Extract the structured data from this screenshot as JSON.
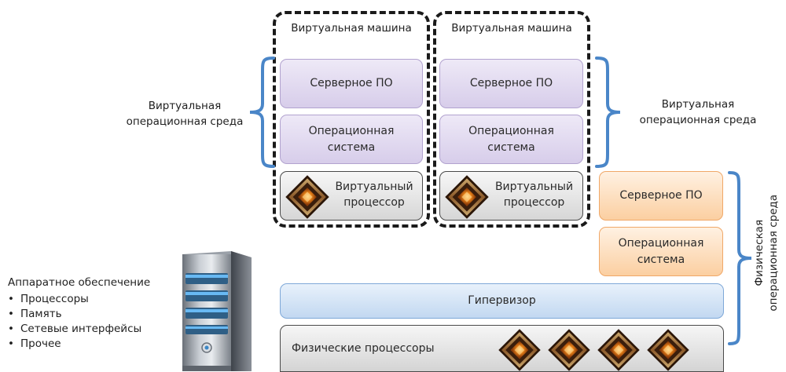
{
  "vms": [
    {
      "title": "Виртуальная машина",
      "server_sw": "Серверное ПО",
      "os_line1": "Операционная",
      "os_line2": "система",
      "vcpu_line1": "Виртуальный",
      "vcpu_line2": "процессор"
    },
    {
      "title": "Виртуальная машина",
      "server_sw": "Серверное ПО",
      "os_line1": "Операционная",
      "os_line2": "система",
      "vcpu_line1": "Виртуальный",
      "vcpu_line2": "процессор"
    }
  ],
  "virtual_env_left": {
    "line1": "Виртуальная",
    "line2": "операционная среда"
  },
  "virtual_env_right": {
    "line1": "Виртуальная",
    "line2": "операционная среда"
  },
  "physical": {
    "server_sw": "Серверное ПО",
    "os_line1": "Операционная",
    "os_line2": "система",
    "env_line1": "Физическая",
    "env_line2": "операционная среда"
  },
  "hypervisor": "Гипервизор",
  "physical_cpus": {
    "label": "Физические процессоры",
    "count_icons": 4
  },
  "hardware": {
    "title": "Аппаратное обеспечение",
    "items": [
      "Процессоры",
      "Память",
      "Сетевые интерфейсы",
      "Прочее"
    ]
  },
  "icons": {
    "chip": "chip-icon",
    "bracket": "curly-brace-icon",
    "server": "server-tower-icon"
  },
  "colors": {
    "bracket": "#4a86c8",
    "purple_box": "#ddd4ee",
    "orange_box": "#fcd6ae",
    "hypervisor": "#cfe0f4",
    "grey_box": "#e2e2e2"
  }
}
